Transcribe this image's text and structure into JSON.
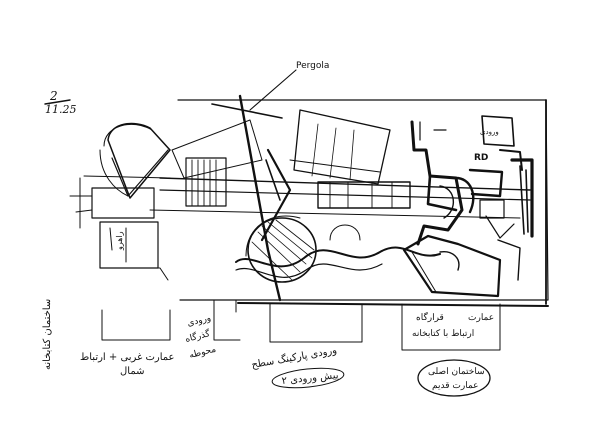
{
  "sheet_number": "2",
  "sheet_code": "11.25",
  "labels": {
    "pergola": "Pergola",
    "rd": "RD",
    "left_vertical": "ساختمان کتابخانه",
    "left_note_line1": "عمارت غربی + ارتباط",
    "left_note_line2": "شمال",
    "center_left_note_line1": "ورودی",
    "center_left_note_line2": "گذرگاه",
    "center_left_note_line3": "محوطه",
    "center_note_line1": "ورودی پارکینگ سطح",
    "center_note_line2": "پیش ورودی ۲",
    "right_note_line1": "قرارگاه",
    "right_note_line2": "عمارت",
    "right_note_line3": "ارتباط با کتابخانه",
    "right_oval_line1": "ساختمان اصلی",
    "right_oval_line2": "عمارت قدیم",
    "small_label_1": "راهرو",
    "small_label_2": "ورودی"
  },
  "colors": {
    "ink": "#111111",
    "paper": "#ffffff"
  }
}
